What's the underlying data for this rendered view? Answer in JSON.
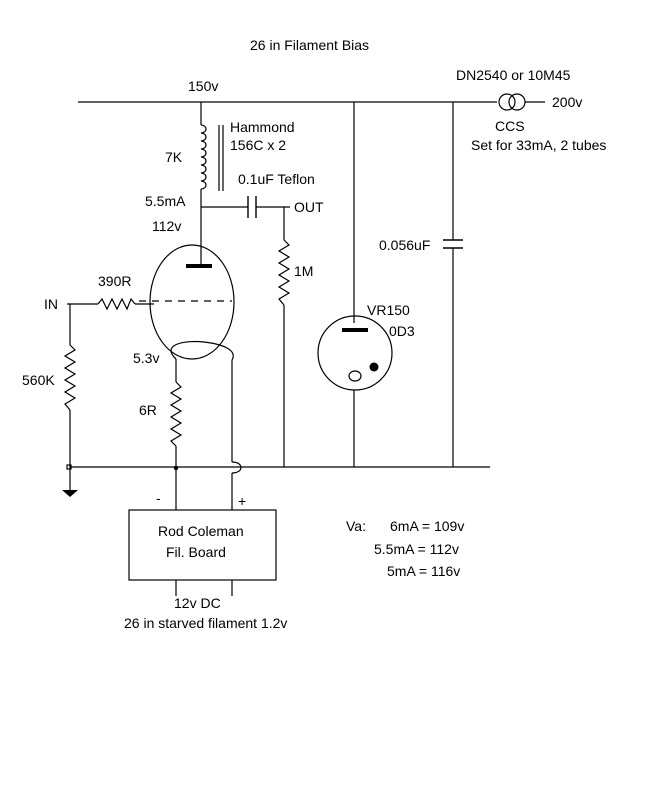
{
  "title": "26 in Filament Bias",
  "supply": {
    "b_plus": "150v",
    "ccs_part": "DN2540 or 10M45",
    "ccs_input": "200v",
    "ccs_label": "CCS",
    "ccs_note": "Set for 33mA, 2 tubes"
  },
  "anode": {
    "choke_value": "7K",
    "choke_part_line1": "Hammond",
    "choke_part_line2": "156C x 2",
    "current": "5.5mA",
    "voltage": "112v"
  },
  "coupling": {
    "cap": "0.1uF Teflon",
    "out": "OUT",
    "grid_leak": "1M"
  },
  "bypass_cap": "0.056uF",
  "regulator": {
    "part": "VR150",
    "alt": "0D3"
  },
  "input": {
    "label": "IN",
    "grid_stopper": "390R",
    "grid_resistor": "560K"
  },
  "cathode": {
    "voltage": "5.3v",
    "resistor": "6R"
  },
  "filament_terminals": {
    "neg": "-",
    "pos": "+"
  },
  "filament_board": {
    "line1": "Rod Coleman",
    "line2": "Fil. Board",
    "supply": "12v DC",
    "note": "26 in starved filament 1.2v"
  },
  "va_table": {
    "heading": "Va:",
    "rows": [
      "6mA = 109v",
      "5.5mA = 112v",
      "5mA = 116v"
    ]
  }
}
